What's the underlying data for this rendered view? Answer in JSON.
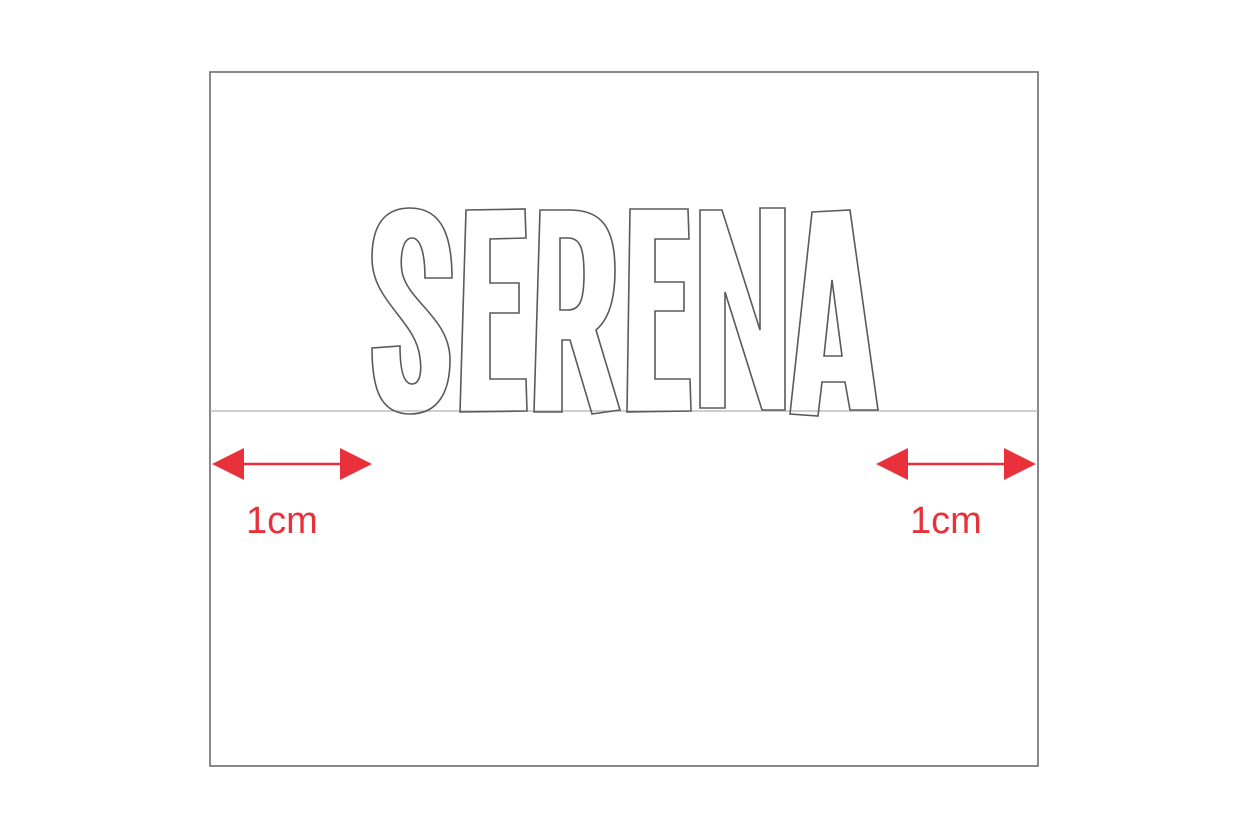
{
  "name_text": "SERENA",
  "letters": [
    "S",
    "E",
    "R",
    "E",
    "N",
    "A"
  ],
  "dimensions": {
    "left_label": "1cm",
    "right_label": "1cm"
  },
  "colors": {
    "dimension": "#e8313a",
    "outline": "#5a5a5a",
    "frame": "#6a6a6a",
    "fold_line": "#b0b0b0"
  }
}
